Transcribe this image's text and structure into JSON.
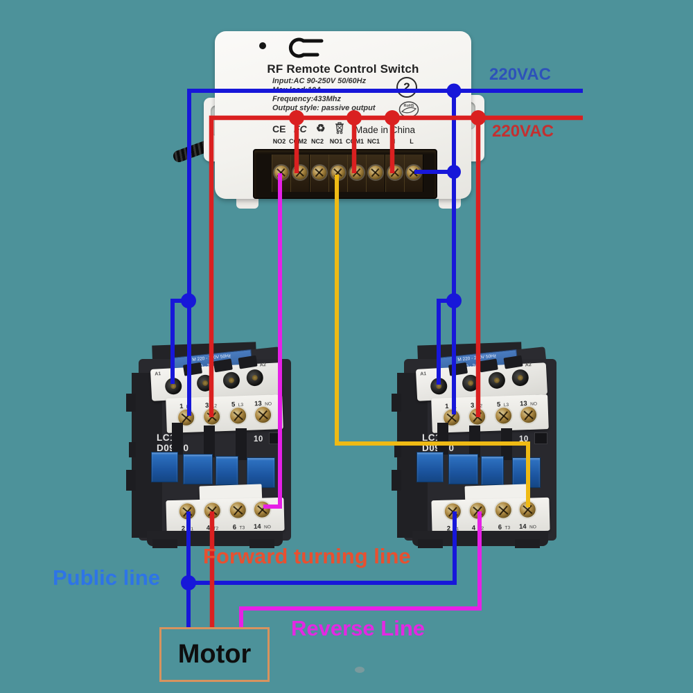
{
  "device": {
    "title": "RF Remote Control Switch",
    "specs": [
      "Input:AC 90-250V 50/60Hz",
      "Max load:10A",
      "Frequency:433Mhz",
      "Output style: passive output"
    ],
    "badge_number": "2",
    "rohs_label": "RoHS",
    "cert_ce": "CE",
    "cert_fcc": "FC",
    "made_in": "Made in China",
    "terminals": [
      "NO2",
      "COM2",
      "NC2",
      "NO1",
      "COM1",
      "NC1",
      "N",
      "L"
    ]
  },
  "labels": {
    "ac_top": "220VAC",
    "ac_bottom": "220VAC",
    "public_line": "Public line",
    "forward_line": "Forward turning line",
    "reverse_line": "Reverse Line",
    "motor": "Motor"
  },
  "contactor": {
    "band_line1": "M 220 - 230V 50Hz",
    "band_line2": "220 - 240V 60Hz",
    "coil_a1": "A1",
    "coil_a2": "A2",
    "model_line1": "LC1",
    "model_line2": "D09 10",
    "rating": "10",
    "top_terminals": [
      {
        "num": "1",
        "tag": "L1"
      },
      {
        "num": "3",
        "tag": "L2"
      },
      {
        "num": "5",
        "tag": "L3"
      },
      {
        "num": "13",
        "tag": "NO"
      }
    ],
    "bottom_terminals": [
      {
        "num": "2",
        "tag": "T1"
      },
      {
        "num": "4",
        "tag": "T2"
      },
      {
        "num": "6",
        "tag": "T3"
      },
      {
        "num": "14",
        "tag": "NO"
      }
    ]
  },
  "wire_colors": {
    "blue": "#1717d9",
    "red": "#da2020",
    "magenta": "#e620e6",
    "yellow": "#efba14",
    "label_blue": "#2d52ba",
    "label_red": "#c33030",
    "public_blue": "#2e74e6",
    "forward_orange": "#e85030",
    "reverse_magenta": "#e328e3"
  }
}
